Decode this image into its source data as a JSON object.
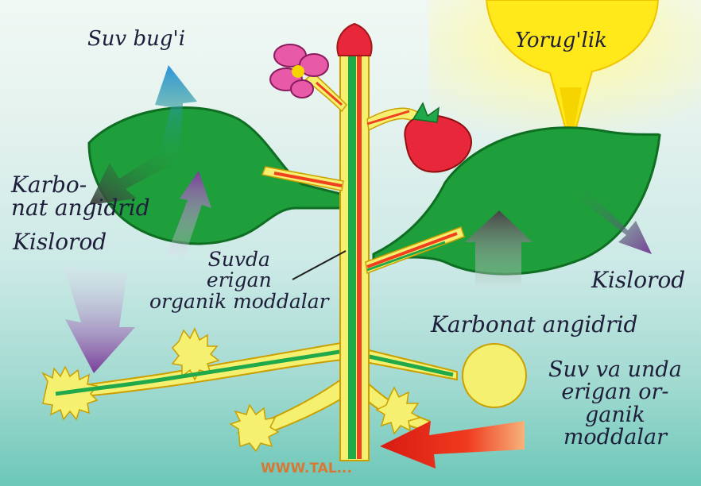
{
  "labels": {
    "water_vapor": "Suv bug'i",
    "light": "Yorug'lik",
    "co2_left": "Karbo-\nnat angidrid",
    "o2_left": "Kislorod",
    "dissolved_organic": "Suvda\nerigan\norganik moddalar",
    "o2_right": "Kislorod",
    "co2_right": "Karbonat angidrid",
    "water_solution": "Suv va unda\nerigan or-\nganik\nmoddalar"
  },
  "watermark": "WWW.TAL...",
  "colors": {
    "sky_top": "#d9eef2",
    "ground": "#7fcfc2",
    "leaf": "#1f9e3c",
    "stem_yellow": "#f6f070",
    "stem_green": "#20a94a",
    "stem_red": "#f04020",
    "sun": "#ffe91a",
    "flower": "#e85aa8",
    "strawberry": "#e8283a",
    "arrow_blue": "#3a9ad8",
    "arrow_dark": "#4a4a4a",
    "arrow_purple": "#7a3d9a",
    "arrow_red": "#e82a1a"
  }
}
